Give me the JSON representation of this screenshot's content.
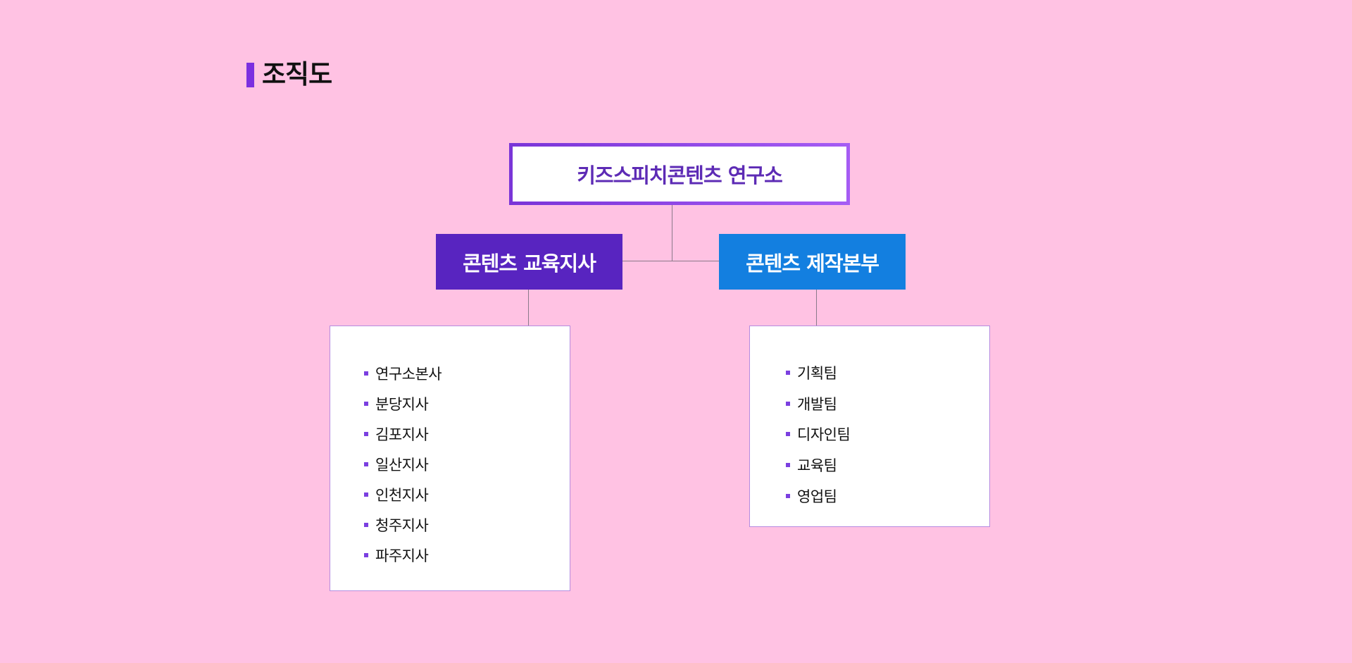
{
  "header": {
    "title": "조직도"
  },
  "org_chart": {
    "root": {
      "label": "키즈스피치콘텐츠 연구소"
    },
    "branches": [
      {
        "label": "콘텐츠 교육지사",
        "color": "#5824c0",
        "items": [
          "연구소본사",
          "분당지사",
          "김포지사",
          "일산지사",
          "인천지사",
          "청주지사",
          "파주지사"
        ]
      },
      {
        "label": "콘텐츠 제작본부",
        "color": "#137fe0",
        "items": [
          "기획팀",
          "개발팀",
          "디자인팀",
          "교육팀",
          "영업팀"
        ]
      }
    ]
  },
  "colors": {
    "background": "#ffc2e3",
    "accent": "#7b2fe0",
    "root_text": "#5d2bb5"
  }
}
